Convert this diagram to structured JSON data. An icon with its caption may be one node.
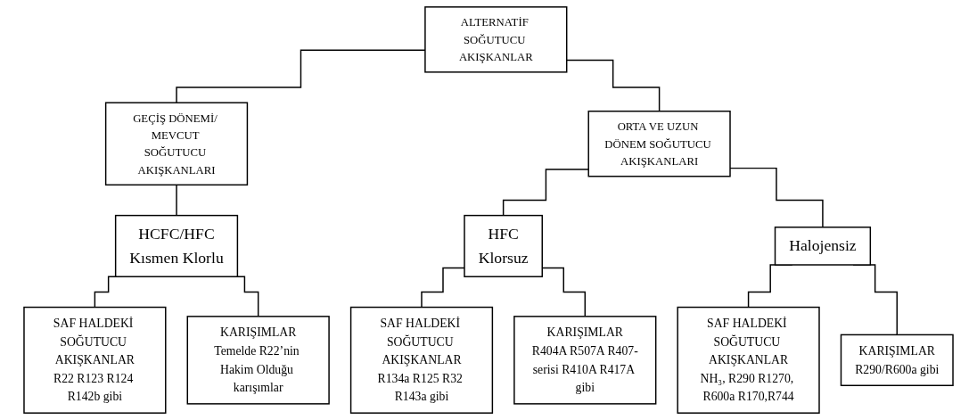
{
  "diagram": {
    "nodes": [
      {
        "text": [
          "ALTERNATİF SOĞUTUCU AKIŞKANLAR"
        ]
      },
      {
        "text": [
          "GEÇİŞ DÖNEMİ/ MEVCUT SOĞUTUCU AKIŞKANLARI"
        ]
      },
      {
        "text": [
          "ORTA VE UZUN DÖNEM SOĞUTUCU AKIŞKANLARI"
        ]
      },
      {
        "text": [
          "HCFC/HFC",
          "Kısmen Klorlu"
        ]
      },
      {
        "text": [
          "HFC",
          "Klorsuz"
        ]
      },
      {
        "text": [
          "Halojensiz"
        ]
      },
      {
        "text": [
          "SAF HALDEKİ SOĞUTUCU AKIŞKANLAR",
          "R22 R123 R124 R142b gibi"
        ]
      },
      {
        "text": [
          "KARIŞIMLAR",
          "Temelde R22’nin Hakim Olduğu karışımlar"
        ]
      },
      {
        "text": [
          "SAF HALDEKİ SOĞUTUCU AKIŞKANLAR",
          "R134a R125 R32 R143a gibi"
        ]
      },
      {
        "text": [
          "KARIŞIMLAR",
          "R404A R507A R407-serisi R410A R417A gibi"
        ]
      },
      {
        "text": [
          "SAF HALDEKİ SOĞUTUCU AKIŞKANLAR",
          "NH₃, R290 R1270, R600a R170,R744"
        ]
      },
      {
        "text": [
          "KARIŞIMLAR",
          "R290/R600a gibi"
        ]
      }
    ],
    "edges": [
      {
        "from": 0,
        "to": 1,
        "arrow": "none"
      },
      {
        "from": 0,
        "to": 2,
        "arrow": "none"
      },
      {
        "from": 1,
        "to": 3,
        "arrow": "none"
      },
      {
        "from": 2,
        "to": 4,
        "arrow": "none"
      },
      {
        "from": 2,
        "to": 5,
        "arrow": "none"
      },
      {
        "from": 3,
        "to": 6,
        "arrow": "none"
      },
      {
        "from": 3,
        "to": 7,
        "arrow": "none"
      },
      {
        "from": 4,
        "to": 8,
        "arrow": "none"
      },
      {
        "from": 4,
        "to": 9,
        "arrow": "none"
      },
      {
        "from": 5,
        "to": 10,
        "arrow": "none"
      },
      {
        "from": 5,
        "to": 11,
        "arrow": "none"
      }
    ]
  }
}
